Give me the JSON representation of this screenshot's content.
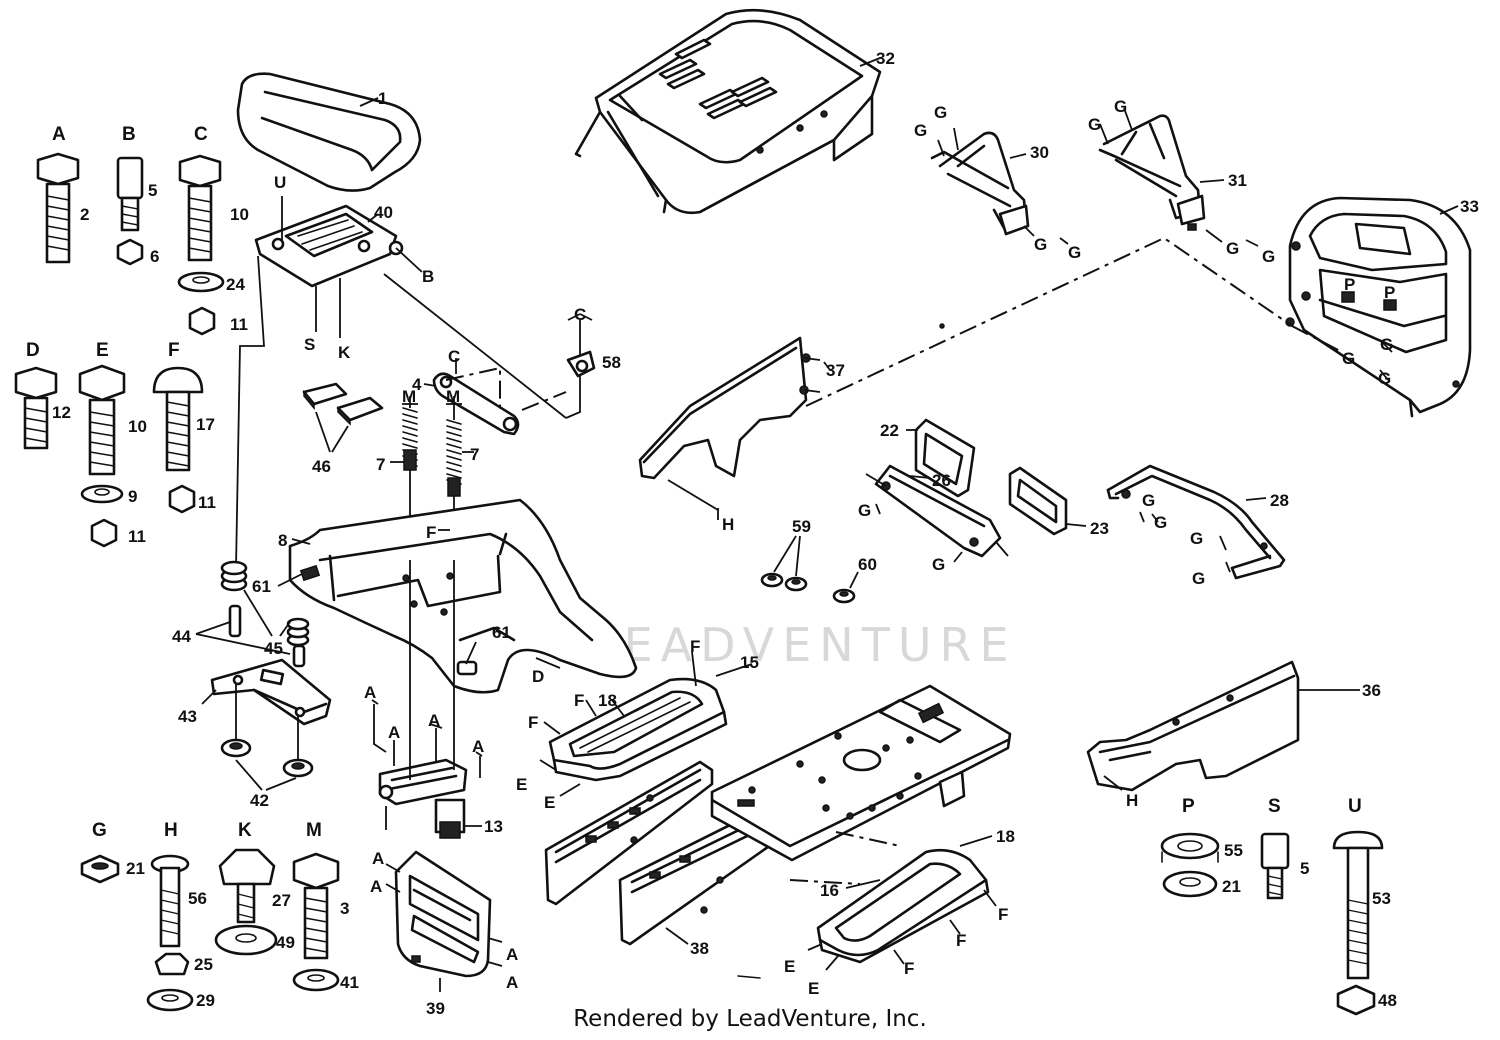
{
  "footer": {
    "credit": "Rendered by LeadVenture, Inc."
  },
  "watermark": {
    "text": "LEADVENTURE"
  },
  "hardware_letters": {
    "A": "A",
    "B": "B",
    "C": "C",
    "D": "D",
    "E": "E",
    "F": "F",
    "G": "G",
    "H": "H",
    "K": "K",
    "M": "M",
    "P": "P",
    "S": "S",
    "U": "U"
  },
  "part_numbers": {
    "p1": "1",
    "p2": "2",
    "p3": "3",
    "p4": "4",
    "p5": "5",
    "p6": "6",
    "p7": "7",
    "p8": "8",
    "p9": "9",
    "p10": "10",
    "p11": "11",
    "p12": "12",
    "p13": "13",
    "p15": "15",
    "p16": "16",
    "p17": "17",
    "p18": "18",
    "p21": "21",
    "p22": "22",
    "p23": "23",
    "p24": "24",
    "p25": "25",
    "p26": "26",
    "p27": "27",
    "p28": "28",
    "p29": "29",
    "p30": "30",
    "p31": "31",
    "p32": "32",
    "p33": "33",
    "p36": "36",
    "p37": "37",
    "p38": "38",
    "p39": "39",
    "p40": "40",
    "p41": "41",
    "p42": "42",
    "p43": "43",
    "p44": "44",
    "p45": "45",
    "p46": "46",
    "p48": "48",
    "p49": "49",
    "p53": "53",
    "p55": "55",
    "p56": "56",
    "p58": "58",
    "p59": "59",
    "p60": "60",
    "p61": "61"
  }
}
